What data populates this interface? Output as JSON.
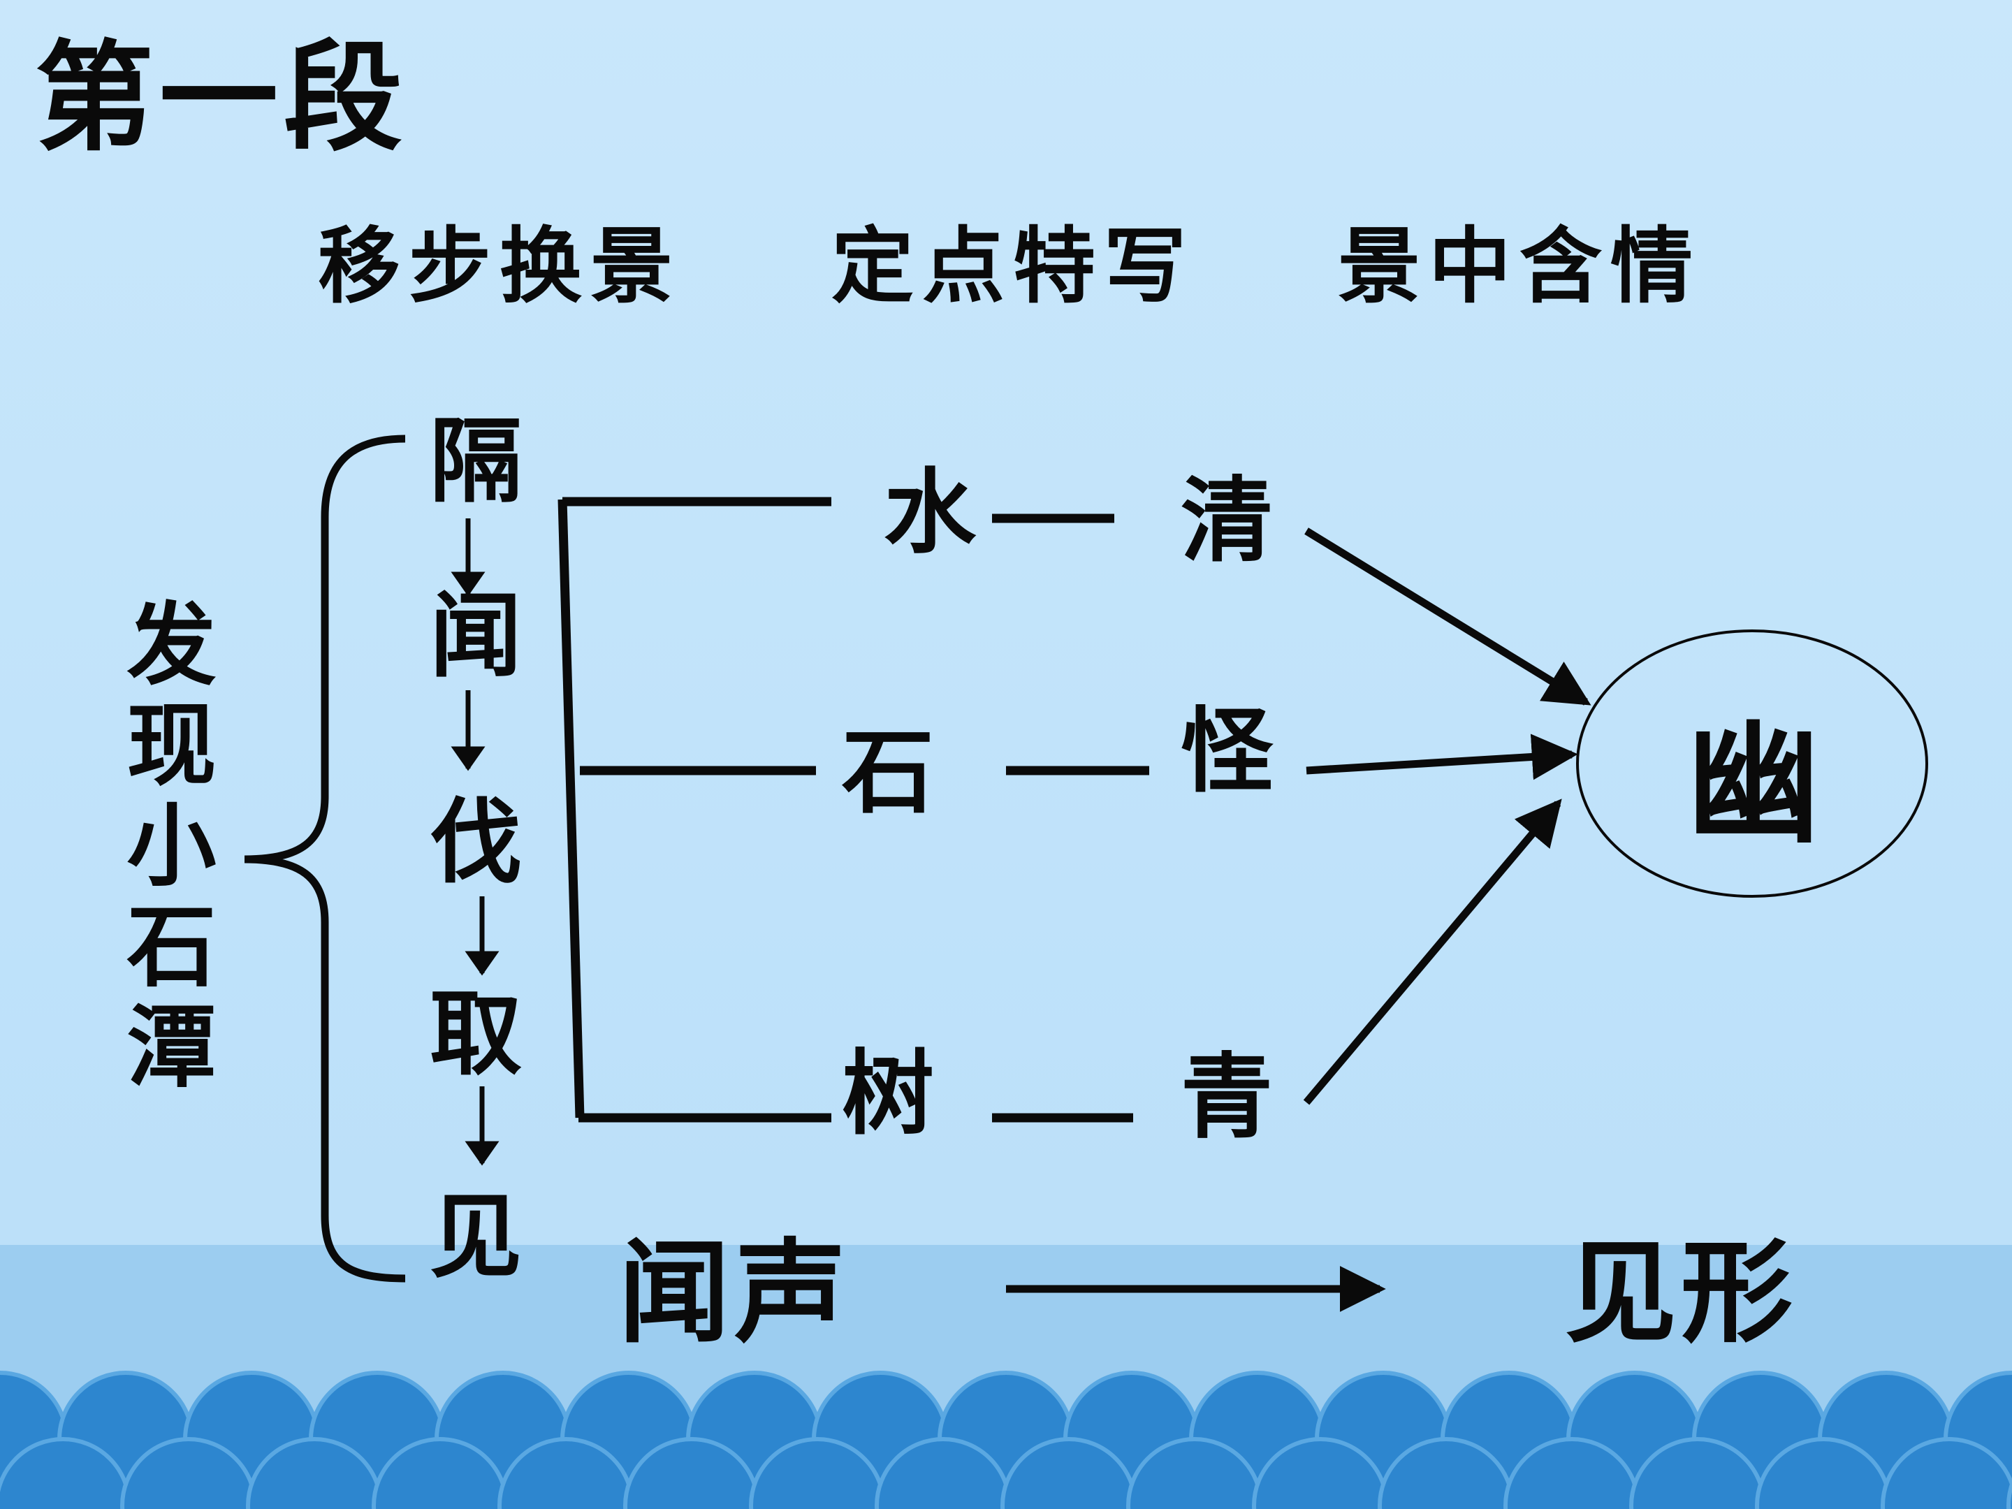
{
  "title": "第一段",
  "subtitles": [
    "移步换景",
    "定点特写",
    "景中含情"
  ],
  "vertical_label": "发现小石潭",
  "sequence": [
    "隔",
    "闻",
    "伐",
    "取",
    "见"
  ],
  "items": [
    {
      "object": "水",
      "quality": "清"
    },
    {
      "object": "石",
      "quality": "怪"
    },
    {
      "object": "树",
      "quality": "青"
    }
  ],
  "conclusion": "幽",
  "bottom": {
    "from": "闻声",
    "to": "见形"
  },
  "colors": {
    "background": "#c9e7fb",
    "band": "#9ccdf0",
    "wave_dark": "#2d86cf",
    "wave_light": "#5aa8e2",
    "ink": "#0a0a0a"
  }
}
